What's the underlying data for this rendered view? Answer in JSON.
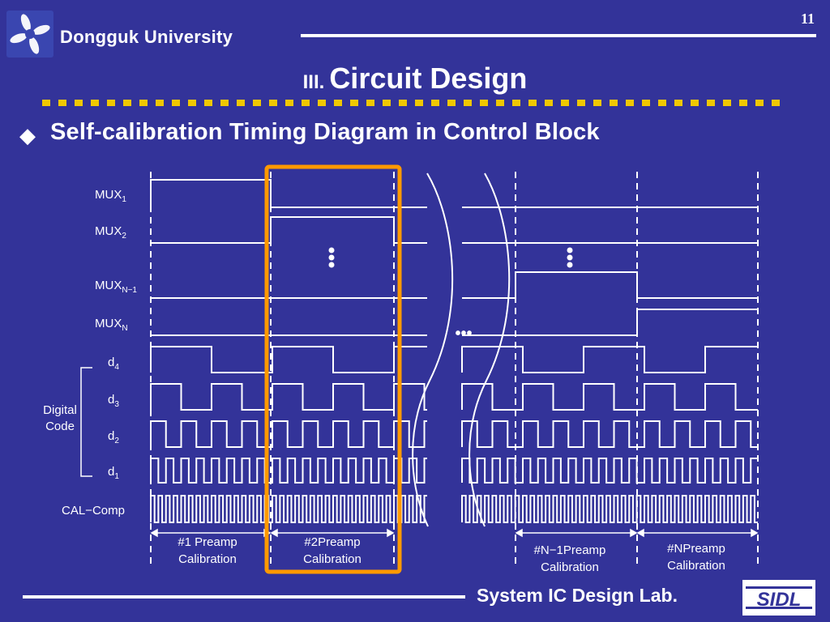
{
  "header": {
    "university": "Dongguk University",
    "page_number": "11"
  },
  "title": {
    "number": "III.",
    "text": "Circuit Design"
  },
  "subtitle": {
    "bullet": "◆",
    "text": "Self-calibration Timing Diagram in Control Block"
  },
  "diagram": {
    "signals": {
      "mux1": {
        "base": "MUX",
        "sub": "1"
      },
      "mux2": {
        "base": "MUX",
        "sub": "2"
      },
      "muxn1": {
        "base": "MUX",
        "sub": "N−1"
      },
      "muxn": {
        "base": "MUX",
        "sub": "N"
      },
      "d4": {
        "base": "d",
        "sub": "4"
      },
      "d3": {
        "base": "d",
        "sub": "3"
      },
      "d2": {
        "base": "d",
        "sub": "2"
      },
      "d1": {
        "base": "d",
        "sub": "1"
      },
      "cal": "CAL−Comp"
    },
    "group_label": {
      "line1": "Digital",
      "line2": "Code"
    },
    "ellipsis": "•••",
    "phases": [
      {
        "line1": "#1 Preamp",
        "line2": "Calibration"
      },
      {
        "line1": "#2Preamp",
        "line2": "Calibration"
      },
      {
        "line1": "#N−1Preamp",
        "line2": "Calibration"
      },
      {
        "line1": "#NPreamp",
        "line2": "Calibration"
      }
    ],
    "highlight_color": "#ff9900"
  },
  "footer": {
    "lab": "System IC Design Lab.",
    "logo_text": "SIDL"
  },
  "colors": {
    "background": "#333399",
    "dotted_rule": "#f0c800"
  }
}
